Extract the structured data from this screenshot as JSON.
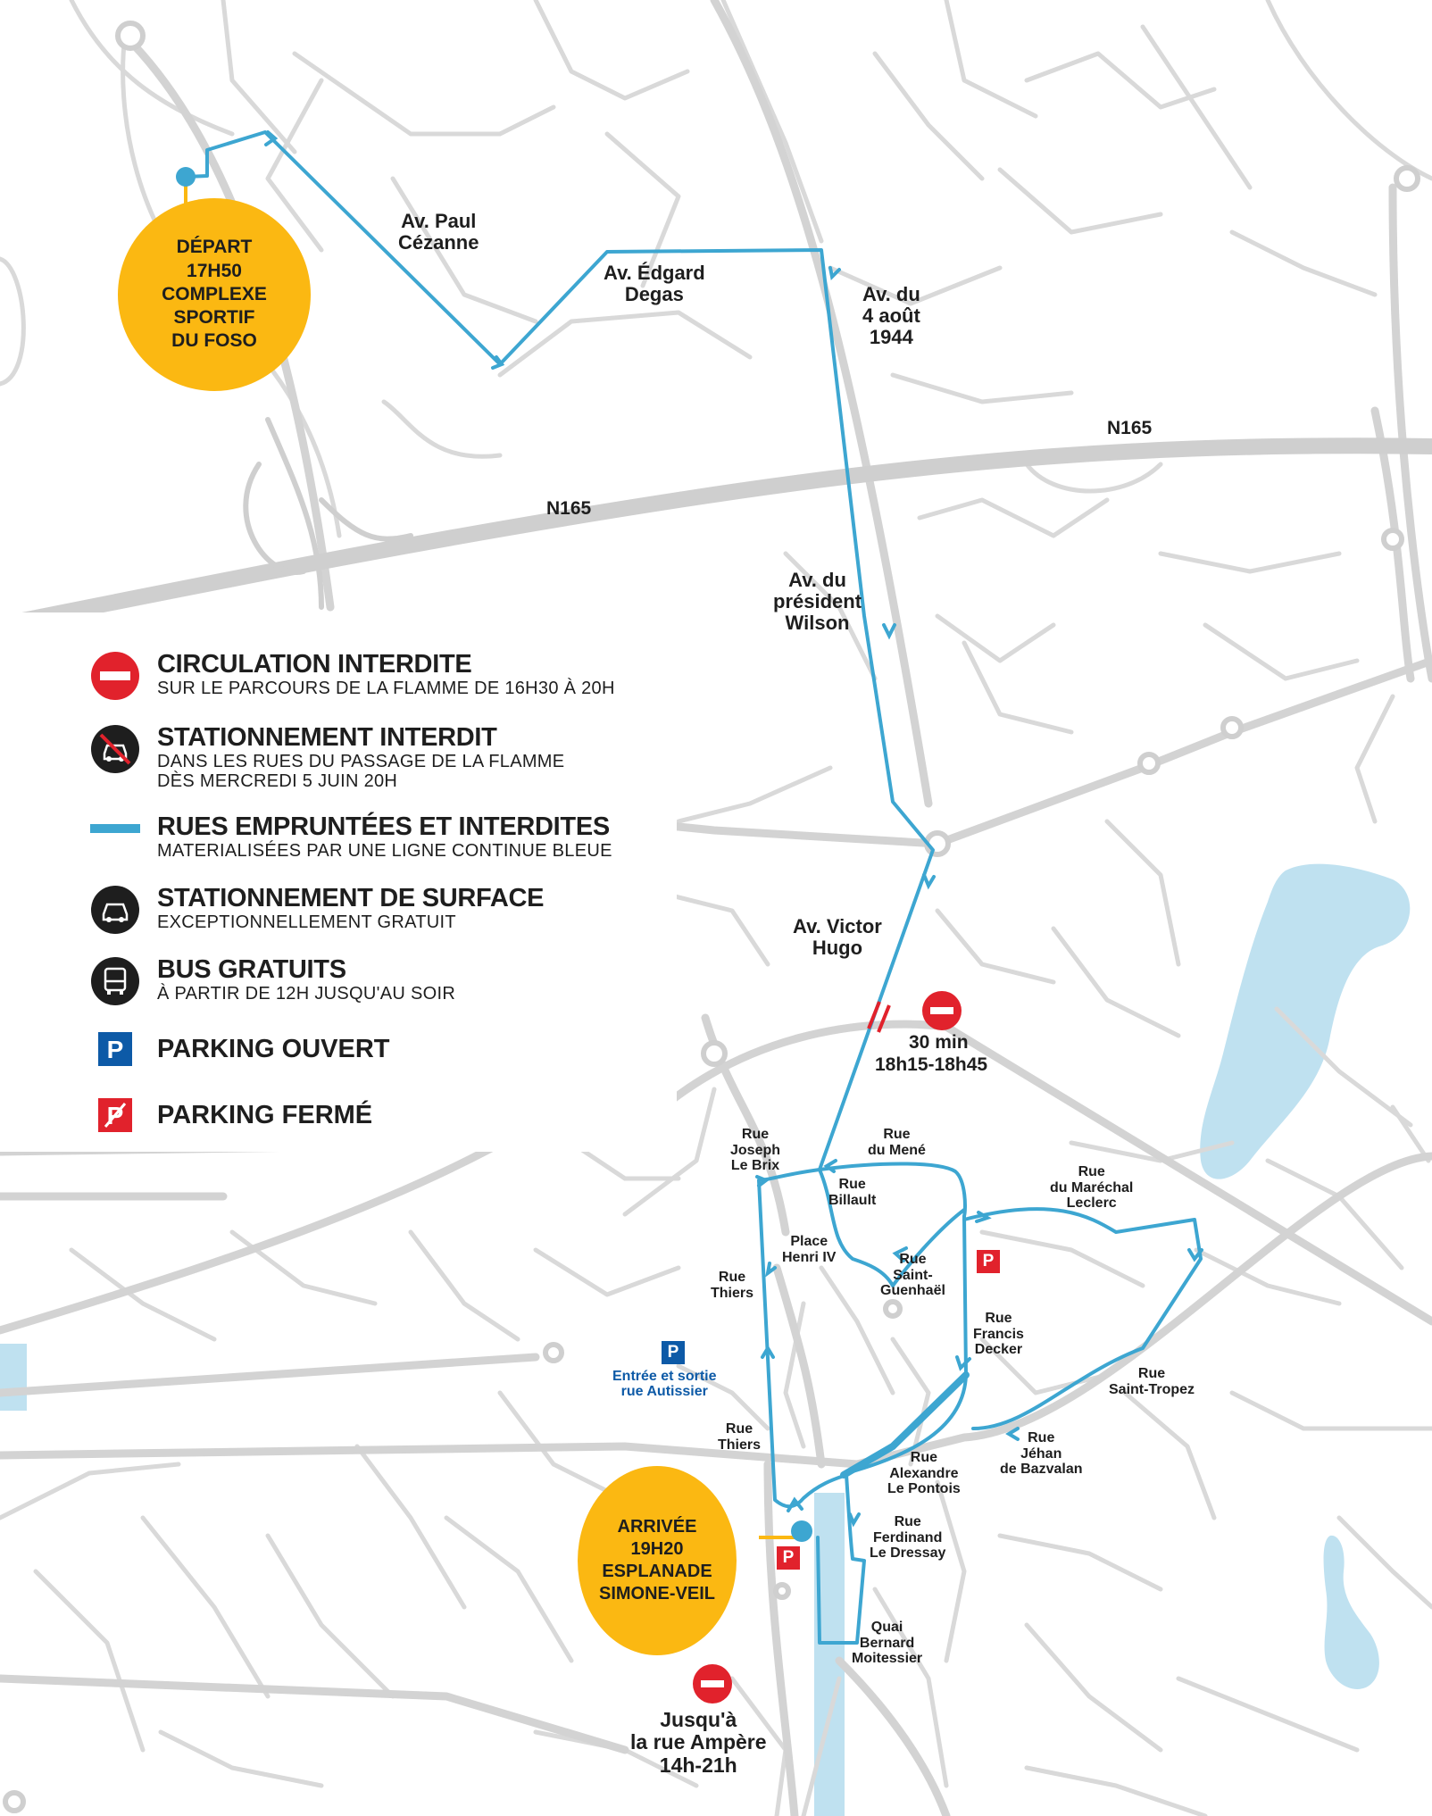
{
  "colors": {
    "route": "#3da6d1",
    "road": "#d9d9d9",
    "highway": "#d0d0d0",
    "water": "#bfe1f0",
    "bubble": "#fbb812",
    "forbidden_red": "#e1222c",
    "parking_blue": "#0d5aa7"
  },
  "start": {
    "lines": "DÉPART\n17H50\nCOMPLEXE\nSPORTIF\nDU FOSO"
  },
  "finish": {
    "lines": "ARRIVÉE\n19H20\nESPLANADE\nSIMONE-VEIL"
  },
  "highway_labels": [
    "N165",
    "N165"
  ],
  "street_labels": {
    "paul_cezanne": "Av. Paul\nCézanne",
    "edgard_degas": "Av. Édgard\nDegas",
    "quatre_aout": "Av. du\n4 août\n1944",
    "wilson": "Av. du\nprésident\nWilson",
    "victor_hugo": "Av. Victor\nHugo",
    "le_brix": "Rue\nJoseph\nLe Brix",
    "du_mene": "Rue\ndu Mené",
    "billault": "Rue\nBillault",
    "marechal_leclerc": "Rue\ndu Maréchal\nLeclerc",
    "place_henri": "Place\nHenri IV",
    "saint_guenhael": "Rue\nSaint-\nGuenhaël",
    "thiers_1": "Rue\nThiers",
    "francis_decker": "Rue\nFrancis\nDecker",
    "saint_tropez": "Rue\nSaint-Tropez",
    "thiers_2": "Rue\nThiers",
    "jehan": "Rue\nJéhan\nde Bazvalan",
    "le_pontois": "Rue\nAlexandre\nLe Pontois",
    "le_dressay": "Rue\nFerdinand\nLe Dressay",
    "moitessier": "Quai\nBernard\nMoitessier"
  },
  "closure_victor_hugo": {
    "duration": "30 min",
    "hours": "18h15-18h45"
  },
  "closure_ampere": {
    "text": "Jusqu'à\nla rue Ampère\n14h-21h"
  },
  "parking_entrance": {
    "text": "Entrée et sortie\nrue  Autissier"
  },
  "parking_letter": "P",
  "legend": [
    {
      "icon": "no-entry-icon",
      "title": "CIRCULATION INTERDITE",
      "sub": "SUR LE PARCOURS DE LA FLAMME DE 16H30 À 20H"
    },
    {
      "icon": "no-parking-icon",
      "title": "STATIONNEMENT INTERDIT",
      "sub": "DANS LES RUES DU PASSAGE DE LA FLAMME\nDÈS MERCREDI 5 JUIN 20H"
    },
    {
      "icon": "route-line-icon",
      "title": "RUES EMPRUNTÉES ET INTERDITES",
      "sub": "MATERIALISÉES PAR UNE LIGNE CONTINUE BLEUE"
    },
    {
      "icon": "car-icon",
      "title": "STATIONNEMENT DE SURFACE",
      "sub": "EXCEPTIONNELLEMENT GRATUIT"
    },
    {
      "icon": "bus-icon",
      "title": "BUS GRATUITS",
      "sub": "À PARTIR DE 12H JUSQU'AU SOIR"
    },
    {
      "icon": "parking-open-icon",
      "title": "PARKING OUVERT"
    },
    {
      "icon": "parking-closed-icon",
      "title": "PARKING FERMÉ"
    }
  ]
}
